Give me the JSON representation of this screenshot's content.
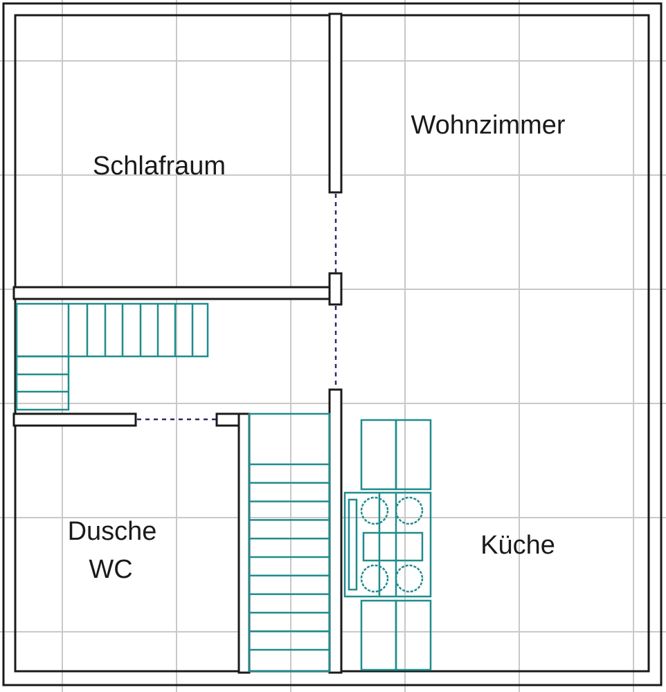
{
  "rooms": {
    "schlafraum": "Schlafraum",
    "wohnzimmer": "Wohnzimmer",
    "dusche_line1": "Dusche",
    "dusche_line2": "WC",
    "kueche": "Küche"
  },
  "colors": {
    "walls": "#1a1a1a",
    "fixtures": "#1e8c8c",
    "doors": "#2a2a6a",
    "grid": "#c8c8c8"
  }
}
